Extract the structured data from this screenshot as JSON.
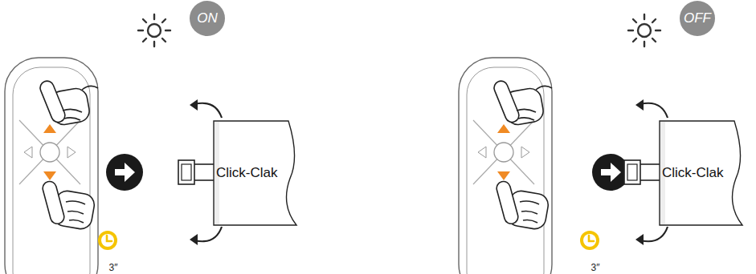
{
  "diagram": {
    "nodes": [
      {
        "text": [
          "ON"
        ]
      },
      {
        "text": [
          "Click-Clak"
        ]
      },
      {
        "text": [
          "OFF"
        ]
      },
      {
        "text": [
          "Click-Clak"
        ]
      }
    ],
    "labels": [
      "3″",
      "3″"
    ]
  }
}
